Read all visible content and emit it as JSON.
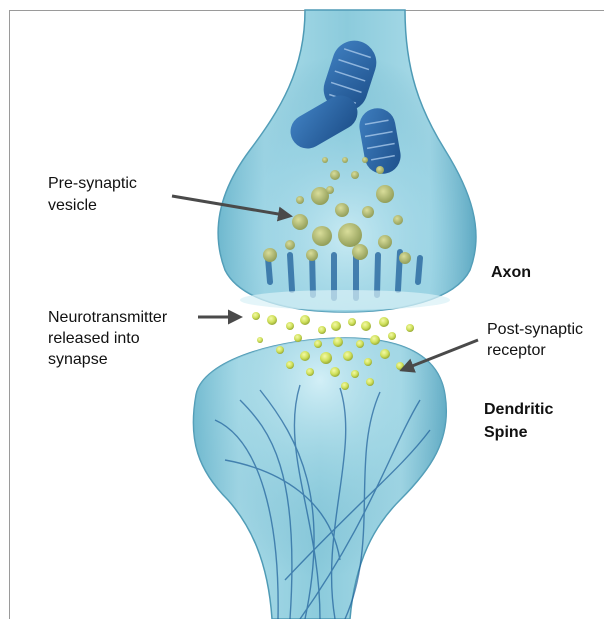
{
  "labels": {
    "presynaptic_line1": "Pre-synaptic",
    "presynaptic_line2": "vesicle",
    "axon": "Axon",
    "neurotransmitter_line1": "Neurotransmitter",
    "neurotransmitter_line2": "released into",
    "neurotransmitter_line3": "synapse",
    "postsynaptic_line1": "Post-synaptic",
    "postsynaptic_line2": "receptor",
    "dendritic_line1": "Dendritic",
    "dendritic_line2": "Spine"
  },
  "colors": {
    "membrane_light": "#9fd4e2",
    "membrane_mid": "#5fb0c8",
    "membrane_dark": "#2a7fa0",
    "interior_blue": "#1f5f9a",
    "vesicle_yellow": "#d8e85a",
    "vesicle_olive": "#a8b640",
    "arrow": "#4a4a4a",
    "text": "#111111"
  },
  "icons": {
    "arrow_1": "arrow-right",
    "arrow_2": "arrow-right",
    "arrow_3": "arrow-down-left"
  }
}
